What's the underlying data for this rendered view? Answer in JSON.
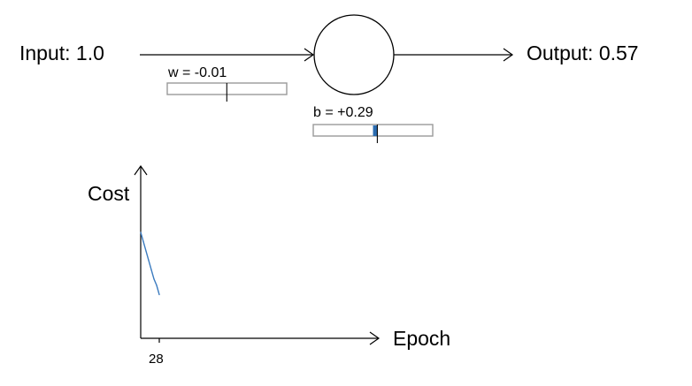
{
  "neuron": {
    "input_label": "Input: 1.0",
    "output_label": "Output: 0.57",
    "weight_label": "w = -0.01",
    "bias_label": "b = +0.29",
    "weight_value": -0.01,
    "bias_value": 0.29,
    "slider_range": [
      -4,
      4
    ]
  },
  "chart": {
    "ylabel": "Cost",
    "xlabel": "Epoch",
    "tick_label": "28",
    "series_color": "#3b7bbf",
    "bias_fill_color": "#2b6cb0"
  },
  "chart_data": {
    "type": "line",
    "title": "",
    "xlabel": "Epoch",
    "ylabel": "Cost",
    "x_ticks": [
      "28"
    ],
    "xlim": [
      0,
      300
    ],
    "ylim": [
      0,
      0.5
    ],
    "series": [
      {
        "x": [
          0,
          4,
          8,
          12,
          16,
          20,
          24,
          28
        ],
        "y": [
          0.34,
          0.31,
          0.28,
          0.25,
          0.22,
          0.19,
          0.17,
          0.14
        ]
      }
    ]
  }
}
